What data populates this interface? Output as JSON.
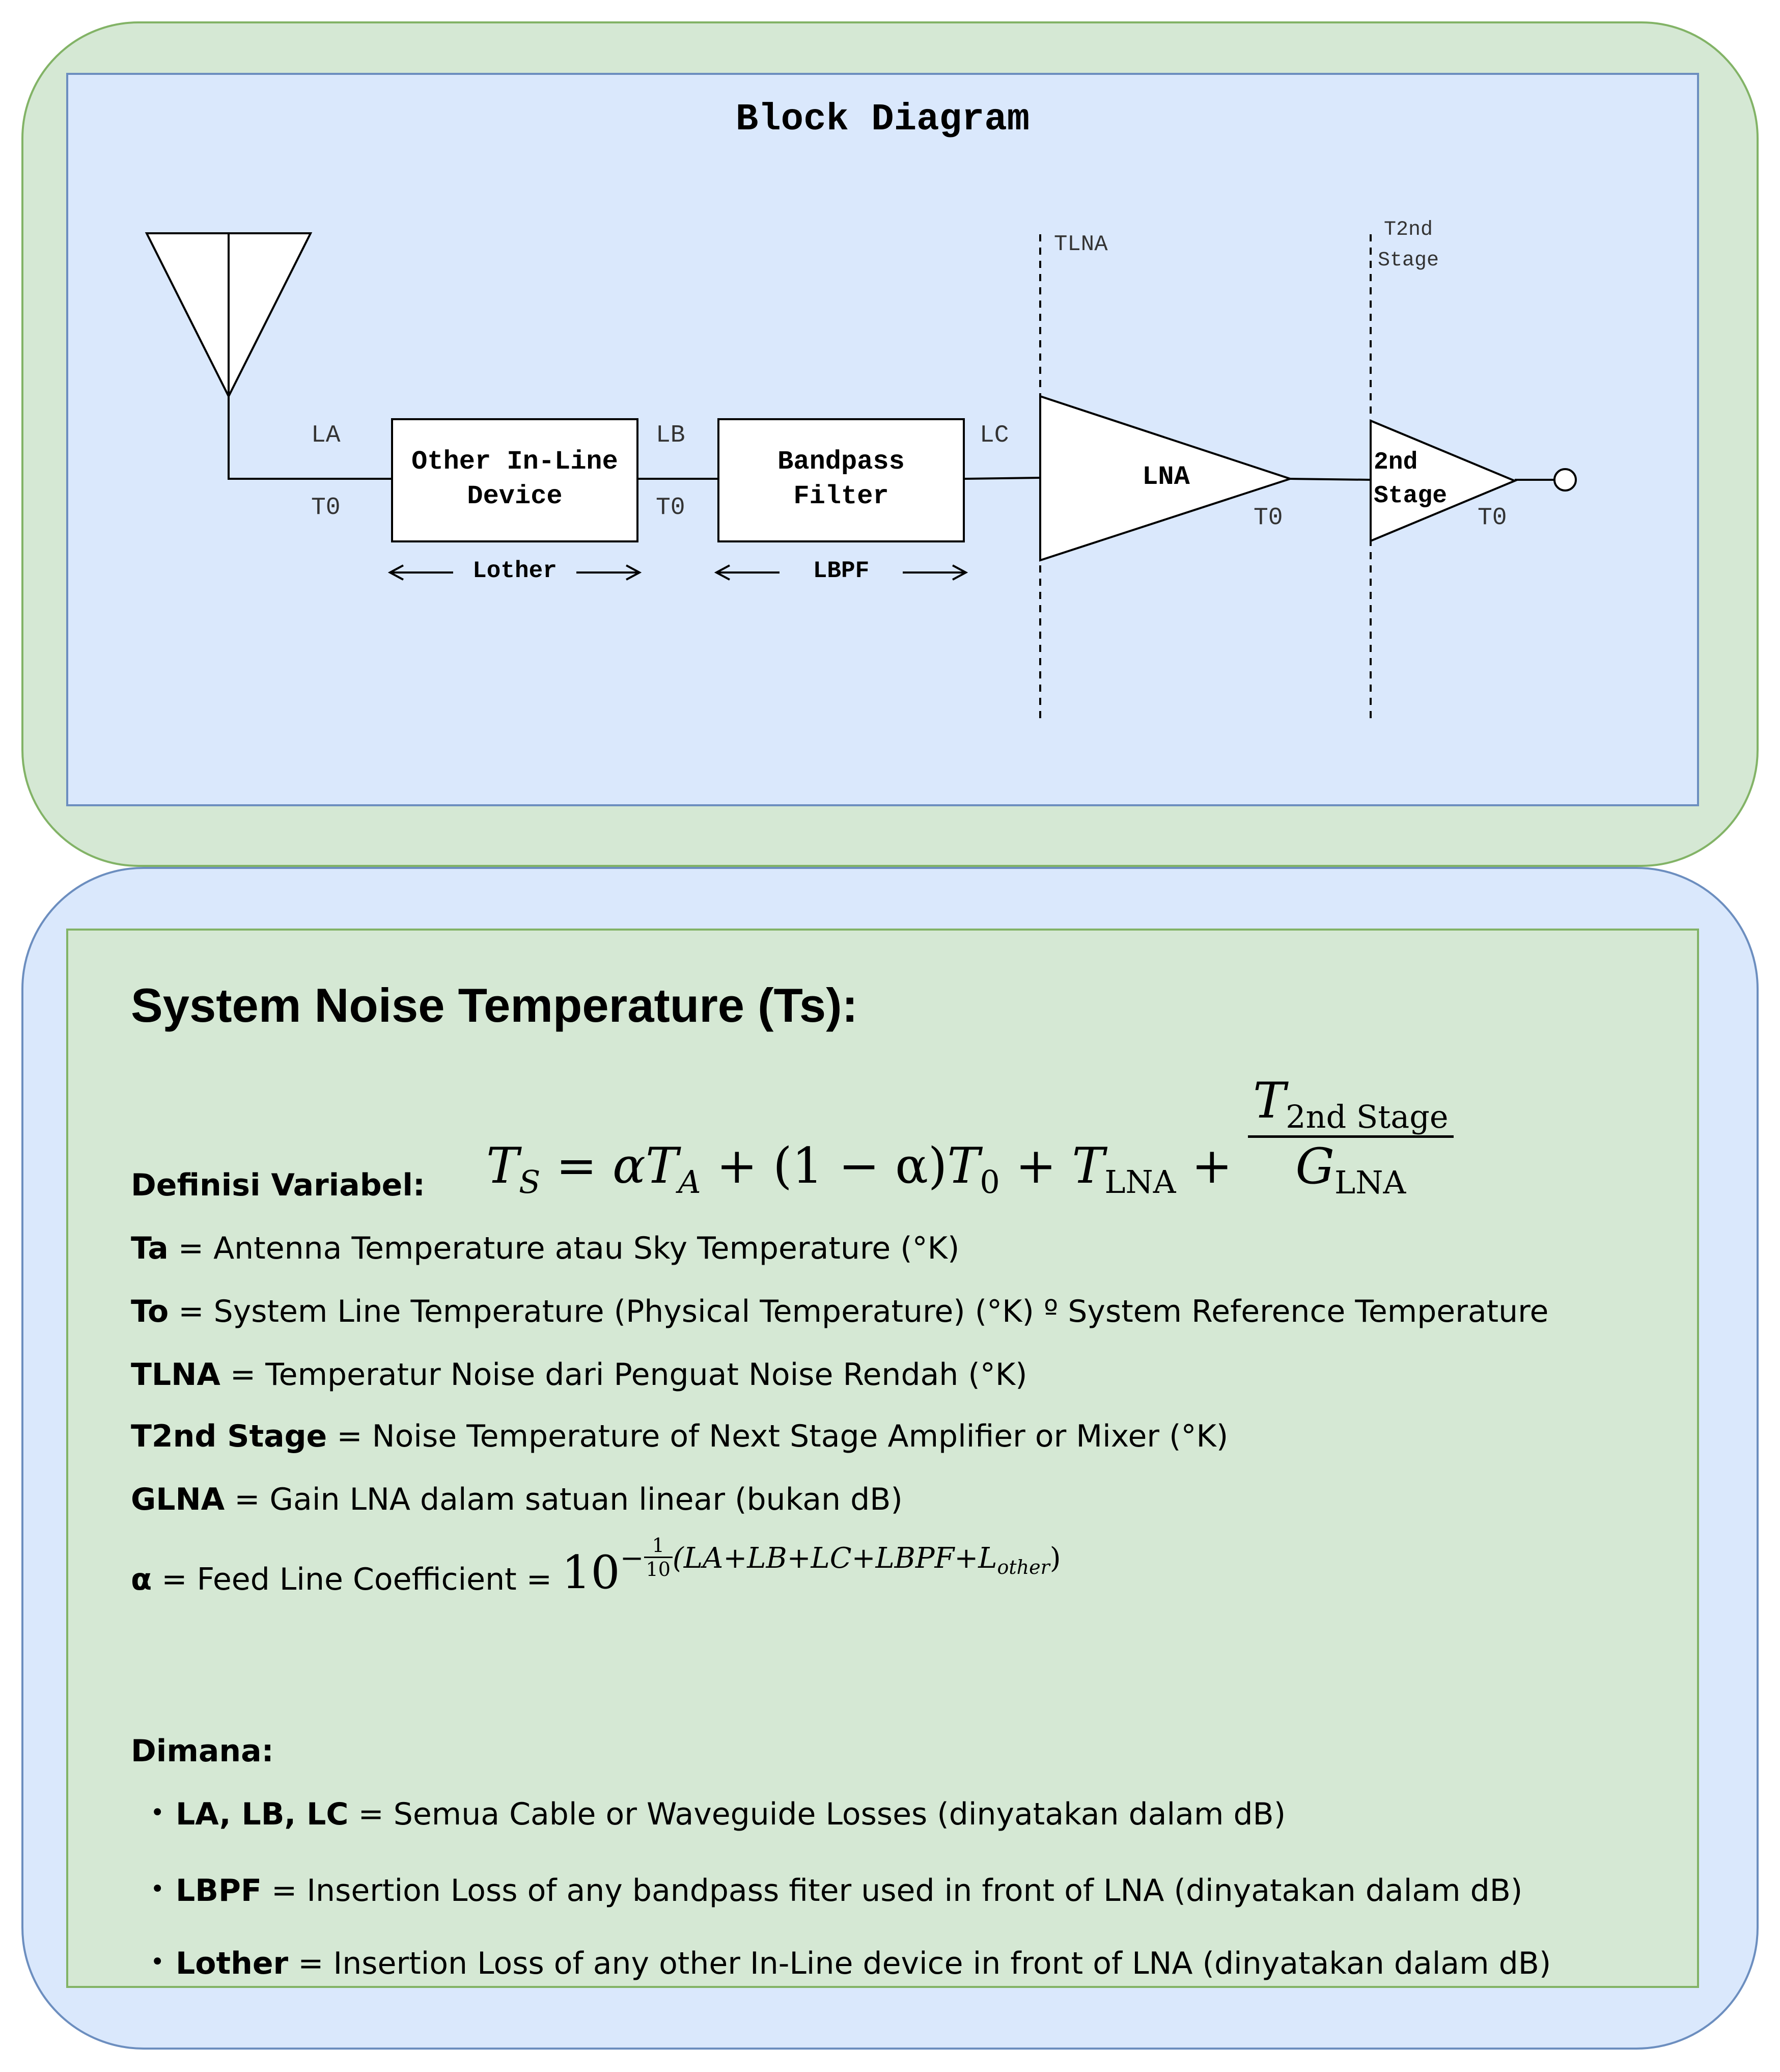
{
  "diagram": {
    "title": "Block Diagram",
    "labels": {
      "la": "LA",
      "lb": "LB",
      "lc": "LC",
      "t0_a": "T0",
      "t0_b": "T0",
      "t0_lna": "T0",
      "t0_stage2": "T0",
      "tlna": "TLNA",
      "t2nd_line1": "T2nd",
      "t2nd_line2": "Stage"
    },
    "blocks": {
      "other_line1": "Other In-Line",
      "other_line2": "Device",
      "bpf_line1": "Bandpass",
      "bpf_line2": "Filter",
      "lna": "LNA",
      "stage2_line1": "2nd",
      "stage2_line2": "Stage"
    },
    "spans": {
      "lother": "Lother",
      "lbpf": "LBPF"
    }
  },
  "noise": {
    "title": "System Noise Temperature (Ts):",
    "formula": {
      "lhs": "T",
      "lhs_sub": "S",
      "eq": "=",
      "alpha": "α",
      "ta": "T",
      "ta_sub": "A",
      "plus1": "+",
      "one_minus_alpha": "(1 − α)",
      "t0": "T",
      "t0_sub": "0",
      "plus2": "+",
      "tlna": "T",
      "tlna_sub": "LNA",
      "plus3": "+",
      "num": "T",
      "num_sub": "2nd Stage",
      "den": "G",
      "den_sub": "LNA"
    },
    "definitions_heading": "Definisi Variabel:",
    "definitions": [
      {
        "term": "Ta",
        "text": " = Antenna Temperature atau Sky Temperature (°K)"
      },
      {
        "term": "To",
        "text": " = System Line Temperature (Physical Temperature) (°K) º System Reference Temperature"
      },
      {
        "term": "TLNA",
        "text": " = Temperatur Noise dari Penguat Noise Rendah (°K)"
      },
      {
        "term": "T2nd Stage",
        "text": " = Noise Temperature of Next Stage Amplifier or Mixer (°K)"
      },
      {
        "term": "GLNA",
        "text": " = Gain LNA dalam satuan linear (bukan dB)"
      }
    ],
    "alpha_def": {
      "term": "α",
      "text": " = Feed Line Coefficient = ",
      "base": "10",
      "exp_sign": "−",
      "exp_num": "1",
      "exp_den": "10",
      "exp_body": "(LA+LB+LC+LBPF+L",
      "exp_sub": "other",
      "exp_close": ")"
    },
    "where_heading": "Dimana:",
    "where_items": [
      {
        "term": "LA, LB, LC",
        "text": " = Semua Cable or Waveguide Losses (dinyatakan dalam dB)"
      },
      {
        "term": "LBPF",
        "text": " = Insertion Loss of any bandpass fiter used in front of LNA (dinyatakan dalam dB)"
      },
      {
        "term": "Lother",
        "text": " = Insertion Loss of any other In-Line device in front of LNA (dinyatakan dalam dB)"
      }
    ]
  }
}
